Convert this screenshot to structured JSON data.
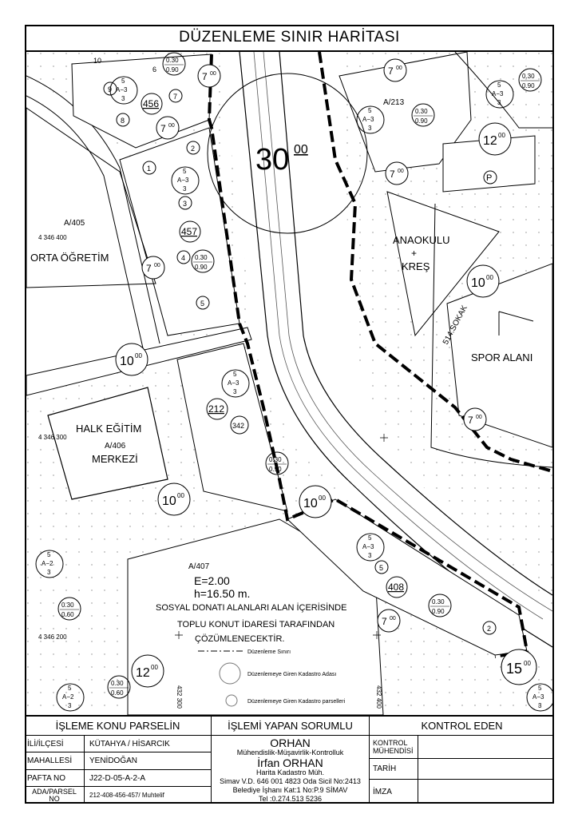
{
  "title": "DÜZENLEME SINIR HARİTASI",
  "map": {
    "road_width_main": "30",
    "road_width_sup": "00",
    "road_labels": [
      {
        "main": "10",
        "sup": "00"
      },
      {
        "main": "10",
        "sup": "00"
      },
      {
        "main": "10",
        "sup": "00"
      },
      {
        "main": "10",
        "sup": "00"
      },
      {
        "main": "12",
        "sup": "00"
      },
      {
        "main": "12",
        "sup": "00"
      },
      {
        "main": "15",
        "sup": "00"
      },
      {
        "main": "7",
        "sup": "00"
      },
      {
        "main": "7",
        "sup": "00"
      },
      {
        "main": "7",
        "sup": "00"
      },
      {
        "main": "7",
        "sup": "00"
      },
      {
        "main": "7",
        "sup": "00"
      },
      {
        "main": "7",
        "sup": "00"
      },
      {
        "main": "7",
        "sup": "00"
      }
    ],
    "areas": {
      "orta_ogretim": "ORTA ÖĞRETİM",
      "anaokulu": "ANAOKULU",
      "plus": "+",
      "kres": "KREŞ",
      "spor_alani": "SPOR ALANI",
      "halk_egitim": "HALK EĞİTİM",
      "merkezi": "MERKEZİ",
      "a405": "A/405",
      "a406": "A/406",
      "a407": "A/407",
      "a213": "A/213",
      "sokak": "514.SOKAK",
      "parking": "P"
    },
    "coords": {
      "y400": "4 346 400",
      "y300": "4 346 300",
      "y200": "4 346 200",
      "x300": "432 300",
      "x400": "432 400"
    },
    "blocks": [
      "456",
      "457",
      "212",
      "408"
    ],
    "parcels": [
      "1",
      "2",
      "3",
      "4",
      "5",
      "6",
      "7",
      "8",
      "9",
      "10",
      "342",
      "5",
      "2"
    ],
    "density": {
      "a3": "A−3",
      "a2": "A−2",
      "n5": "5",
      "n3": "3",
      "r030": "0.30",
      "r090": "0.90",
      "r060": "0.60"
    },
    "a407_info": {
      "e": "E=2.00",
      "h": "h=16.50 m.",
      "note1": "SOSYAL DONATI ALANLARI ALAN İÇERİSİNDE",
      "note2": "TOPLU KONUT İDARESİ TARAFINDAN",
      "note3": "ÇÖZÜMLENECEKTİR."
    },
    "legend": {
      "boundary": "Düzenleme Sınırı",
      "blocks": "Düzenlemeye Giren Kadastro Adası",
      "parcels": "Düzenlemeye Giren Kadastro parselleri"
    }
  },
  "table": {
    "col1_header": "İŞLEME KONU PARSELİN",
    "col2_header": "İŞLEMİ YAPAN SORUMLU",
    "col3_header": "KONTROL EDEN",
    "rows": [
      {
        "label": "İLİ/İLÇESİ",
        "value": "KÜTAHYA / HİSARCIK"
      },
      {
        "label": "MAHALLESİ",
        "value": "YENİDOĞAN"
      },
      {
        "label": "PAFTA NO",
        "value": "J22-D-05-A-2-A"
      },
      {
        "label": "ADA/PARSEL NO",
        "value": "212-408-456-457/ Muhtelif"
      }
    ],
    "firm": {
      "name": "ORHAN",
      "desc": "Mühendislik-Müşavirlik-Kontrolluk",
      "person": "İrfan ORHAN",
      "title": "Harita Kadastro Müh.",
      "tax": "Simav V.D. 646 001 4823 Oda Sicil No:2413",
      "address": "Belediye İşhanı Kat:1 No:P.9 SİMAV",
      "phone": "Tel :0.274.513 5236"
    },
    "control": {
      "engineer": "KONTROL MÜHENDİSİ",
      "date": "TARİH",
      "sign": "İMZA"
    }
  }
}
